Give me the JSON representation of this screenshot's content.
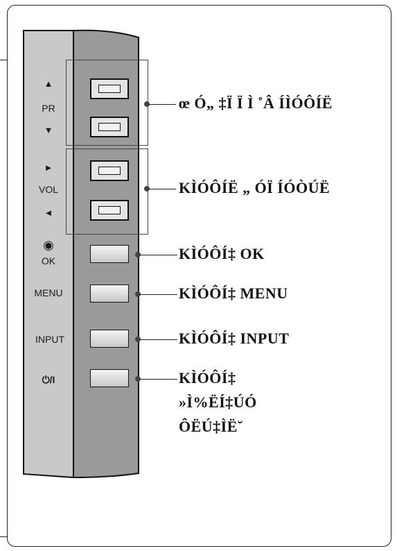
{
  "panel_labels": {
    "up_arrow": "▲",
    "pr": "PR",
    "down_arrow": "▼",
    "right_arrow": "►",
    "vol": "VOL",
    "left_arrow": "◄",
    "ok_symbol": "◉",
    "ok": "OK",
    "menu": "MENU",
    "input": "INPUT",
    "power": "⏻/I"
  },
  "callouts": {
    "pr_group": "œ Ó„ ‡Ï Ï Ì ˚Â ÍÌÓÔÍË",
    "vol_group": "KÌÓÔÍË „ ÓÏ ÍÓÒÚË",
    "ok_button": "KÌÓÔÍ‡ OK",
    "menu_button": "KÌÓÔÍ‡ MENU",
    "input_button": "KÌÓÔÍ‡ INPUT",
    "power_line1": "KÌÓÔÍ‡",
    "power_line2": "»Ì%ËÍ‡ÚÓ",
    "power_line3": "ÔËÚ‡ÌË˘"
  },
  "colors": {
    "panel_left": "#c9c9c9",
    "panel_right": "#9a9a9a",
    "outline": "#111111"
  }
}
